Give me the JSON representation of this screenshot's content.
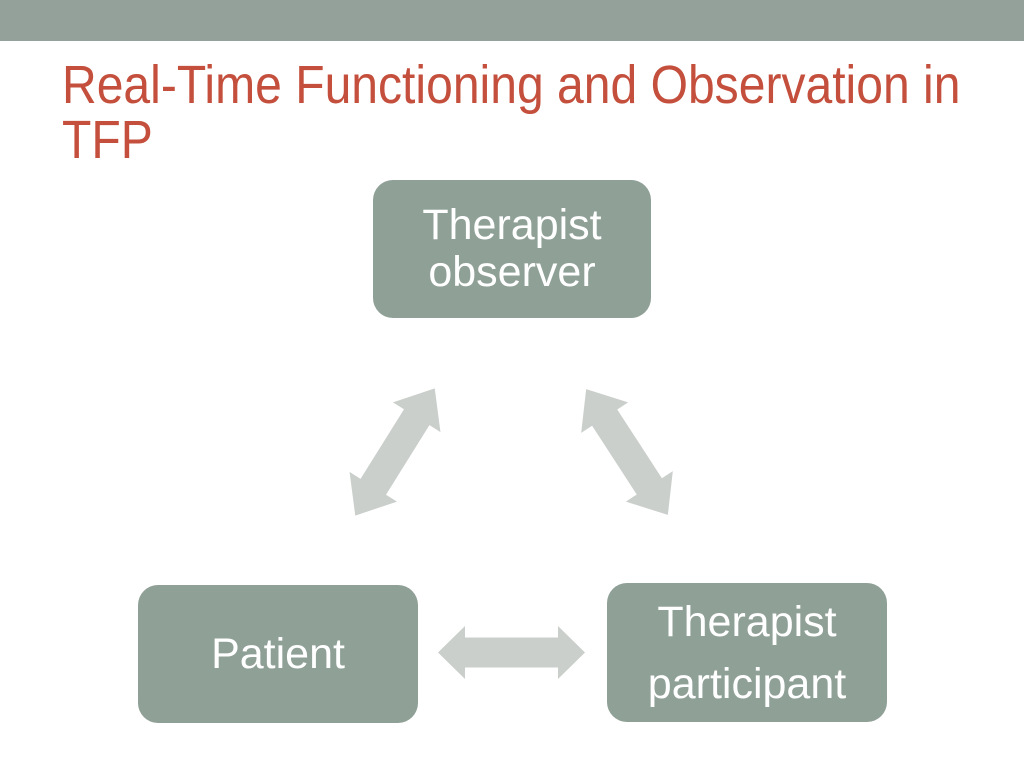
{
  "theme": {
    "header_bar_color": "#94A19A",
    "slide_background_color": "#FFFFFF",
    "title_color": "#C44F3C",
    "node_fill_color": "#8FA097",
    "node_text_color": "#FFFFFF",
    "arrow_color": "#CACFCB"
  },
  "slide": {
    "title_line1": "Real-Time Functioning and Observation in",
    "title_line2": "TFP"
  },
  "diagram": {
    "nodes": {
      "observer": {
        "line1": "Therapist",
        "line2": "observer"
      },
      "patient": {
        "label": "Patient"
      },
      "participant": {
        "line1": "Therapist",
        "line2": "participant"
      }
    },
    "connectors": [
      {
        "id": "observer-patient",
        "shape": "double-headed-arrow"
      },
      {
        "id": "observer-participant",
        "shape": "double-headed-arrow"
      },
      {
        "id": "patient-participant",
        "shape": "double-headed-arrow"
      }
    ]
  }
}
